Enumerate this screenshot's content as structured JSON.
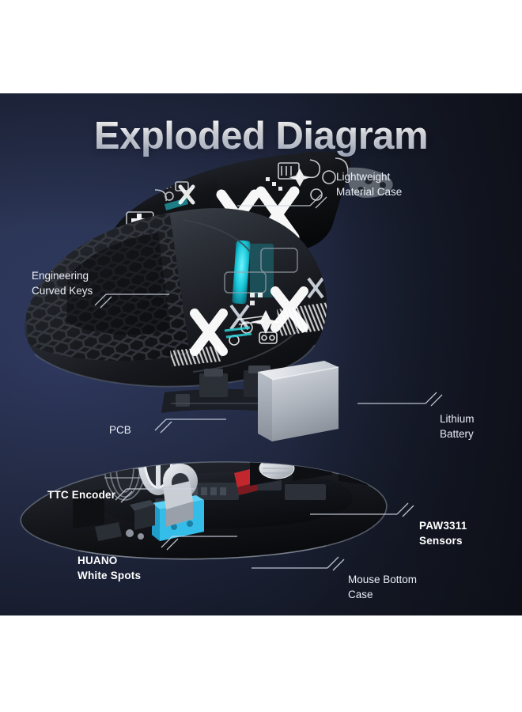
{
  "page": {
    "background_color": "#ffffff",
    "panel_gradient_from": "#34406b",
    "panel_gradient_to": "#13161f"
  },
  "header": {
    "title": "Exploded Diagram"
  },
  "labels": [
    {
      "id": "lightweight-material-case",
      "lines": [
        "Lightweight",
        "Material Case"
      ],
      "bold": false,
      "side": "right"
    },
    {
      "id": "engineering-curved-keys",
      "lines": [
        "Engineering",
        "Curved Keys"
      ],
      "bold": false,
      "side": "left"
    },
    {
      "id": "pcb",
      "lines": [
        "PCB"
      ],
      "bold": false,
      "side": "left"
    },
    {
      "id": "lithium-battery",
      "lines": [
        "Lithium",
        "Battery"
      ],
      "bold": false,
      "side": "right"
    },
    {
      "id": "ttc-encoder",
      "lines": [
        "TTC Encoder"
      ],
      "bold": true,
      "side": "left"
    },
    {
      "id": "paw3311-sensors",
      "lines": [
        "PAW3311",
        "Sensors"
      ],
      "bold": true,
      "side": "right"
    },
    {
      "id": "huano-white-spots",
      "lines": [
        "HUANO",
        "White Spots"
      ],
      "bold": true,
      "side": "left"
    },
    {
      "id": "mouse-bottom-case",
      "lines": [
        "Mouse Bottom",
        "Case"
      ],
      "bold": false,
      "side": "right"
    }
  ],
  "label_text": {
    "lightweight_1": "Lightweight",
    "lightweight_2": "Material Case",
    "engineering_1": "Engineering",
    "engineering_2": "Curved Keys",
    "pcb": "PCB",
    "battery_1": "Lithium",
    "battery_2": "Battery",
    "ttc": "TTC Encoder",
    "paw_1": "PAW3311",
    "paw_2": "Sensors",
    "huano_1": "HUANO",
    "huano_2": "White Spots",
    "bottom_1": "Mouse Bottom",
    "bottom_2": "Case"
  },
  "parts": {
    "top_cover": {
      "name": "lightweight-material-case-part",
      "color": "#111318",
      "accent": "#ffffff"
    },
    "left_key": {
      "name": "engineering-curved-key-part",
      "color": "#121419"
    },
    "shell": {
      "name": "mouse-shell-honeycomb",
      "color": "#2b2e35",
      "led": "#17c9d6"
    },
    "battery": {
      "name": "lithium-battery-part",
      "color": "#b4bac3"
    },
    "pcb": {
      "name": "pcb-part",
      "color": "#1b1e24"
    },
    "wheel": {
      "name": "scroll-wheel-part",
      "color": "#dcdfe4"
    },
    "switch": {
      "name": "huano-switch-part",
      "color": "#35bdea"
    },
    "sensor": {
      "name": "paw3311-sensor-part",
      "color": "#c9ccd2"
    },
    "bottom": {
      "name": "mouse-bottom-case-part",
      "color": "#15171c"
    }
  }
}
